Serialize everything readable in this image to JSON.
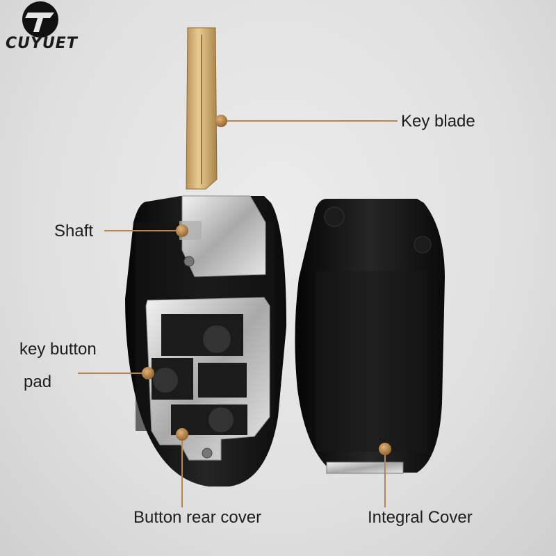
{
  "brand": {
    "logo_text": "CUYUET"
  },
  "labels": {
    "key_blade": "Key blade",
    "shaft": "Shaft",
    "key_button_line1": "key button",
    "key_button_line2": "pad",
    "button_rear_cover": "Button rear cover",
    "integral_cover": "Integral Cover"
  },
  "colors": {
    "background": "#dcdcdc",
    "marker": "#b8864a",
    "shell": "#111111",
    "blade": "#d8b87a",
    "chrome": "#c9c9c9"
  }
}
